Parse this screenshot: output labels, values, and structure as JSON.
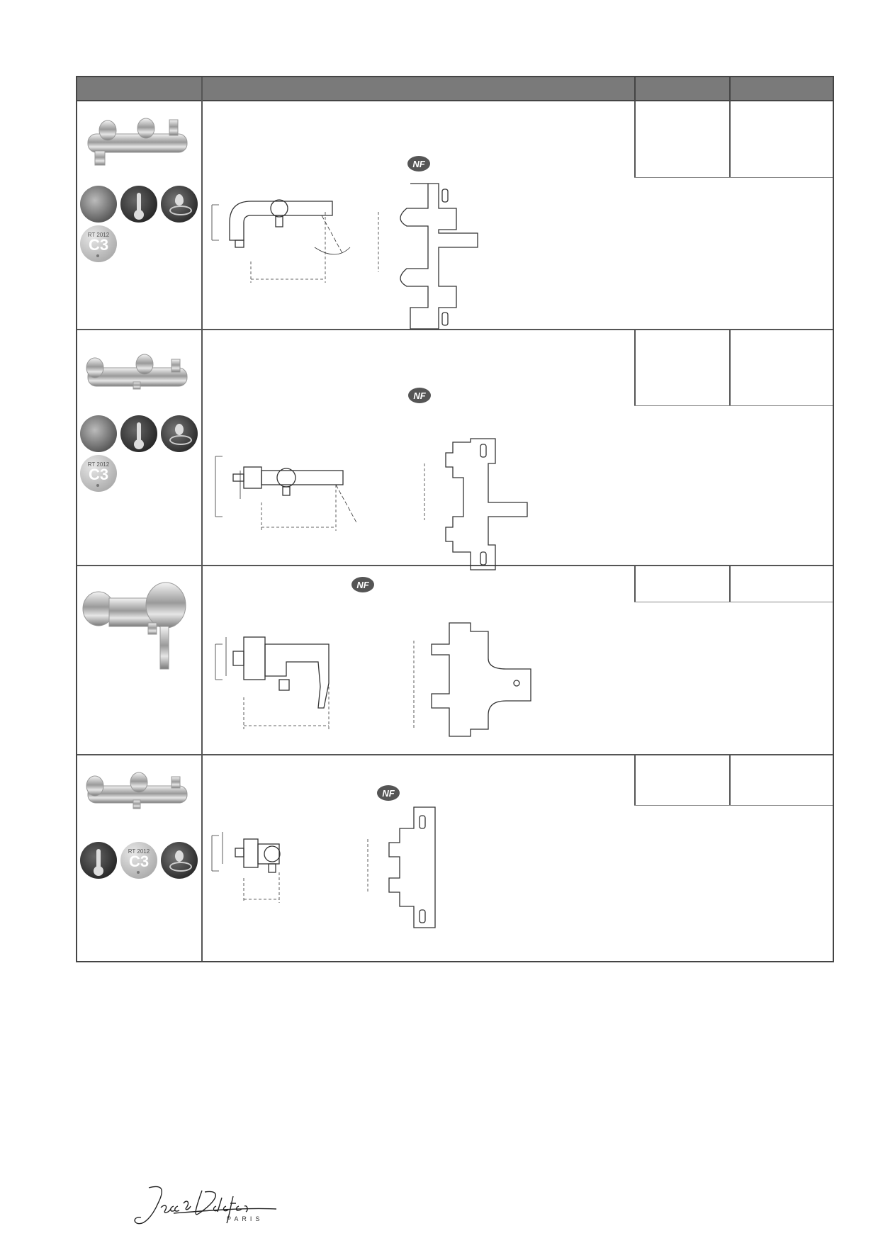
{
  "brand": {
    "name": "Jacob Delafon",
    "subtitle": "PARIS",
    "logo_icon": "signature-logo"
  },
  "table": {
    "rows": [
      {
        "id": "bath-thermostatic-spout",
        "nf_mark": "NF",
        "icons": [
          "hand-drop-icon",
          "thermometer-icon",
          "water-drop-icon"
        ],
        "rt_badge": {
          "top": "RT 2012",
          "code": "C3"
        }
      },
      {
        "id": "bath-thermostatic-short-spout",
        "nf_mark": "NF",
        "icons": [
          "hand-drop-icon",
          "thermometer-icon",
          "water-drop-icon"
        ],
        "rt_badge": {
          "top": "RT 2012",
          "code": "C3"
        }
      },
      {
        "id": "shower-mixer-lever",
        "nf_mark": "NF",
        "icons": [],
        "rt_badge": null
      },
      {
        "id": "shower-thermostatic",
        "nf_mark": "NF",
        "icons": [
          "thermometer-icon",
          "water-drop-icon"
        ],
        "rt_badge": {
          "top": "RT 2012",
          "code": "C3"
        }
      }
    ]
  }
}
